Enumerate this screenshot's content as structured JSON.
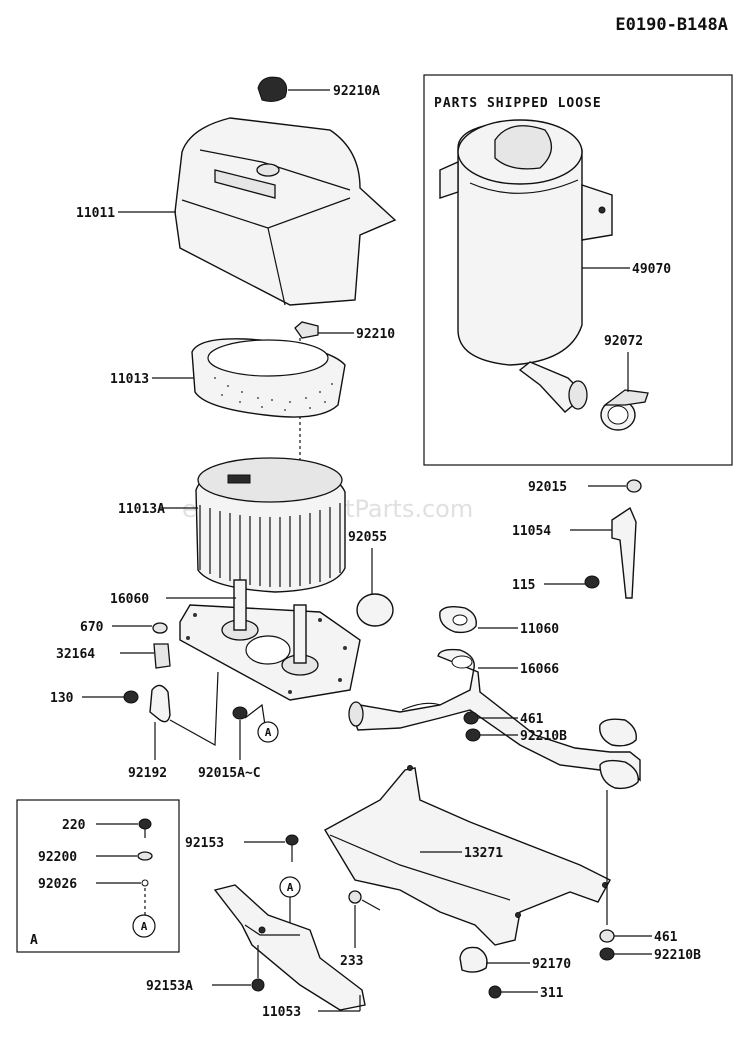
{
  "diagram_code": "E0190-B148A",
  "loose_box_title": "PARTS SHIPPED LOOSE",
  "watermark": "eReplacementParts.com",
  "ref_letter": "A",
  "ref_box_letter": "A",
  "labels": {
    "p92210A": "92210A",
    "p11011": "11011",
    "p92210": "92210",
    "p11013": "11013",
    "p11013A": "11013A",
    "p92055": "92055",
    "p16060": "16060",
    "p670": "670",
    "p32164": "32164",
    "p130": "130",
    "p92192": "92192",
    "p92015AC": "92015A~C",
    "p49070": "49070",
    "p92072": "92072",
    "p92015": "92015",
    "p11054": "11054",
    "p115": "115",
    "p11060": "11060",
    "p16066": "16066",
    "p461a": "461",
    "p92210Ba": "92210B",
    "p13271": "13271",
    "p92153": "92153",
    "p233": "233",
    "p92153A": "92153A",
    "p11053": "11053",
    "p92170": "92170",
    "p311": "311",
    "p461b": "461",
    "p92210Bb": "92210B",
    "p220": "220",
    "p92200": "92200",
    "p92026": "92026"
  }
}
